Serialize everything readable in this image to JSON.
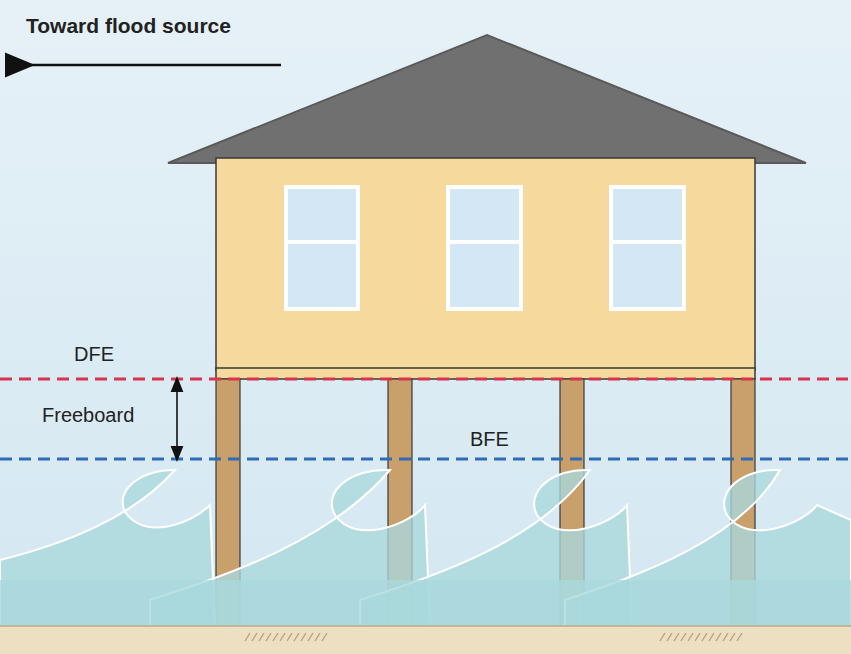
{
  "diagram": {
    "labels": [
      "Toward flood source",
      "DFE",
      "Freeboard",
      "BFE"
    ]
  }
}
